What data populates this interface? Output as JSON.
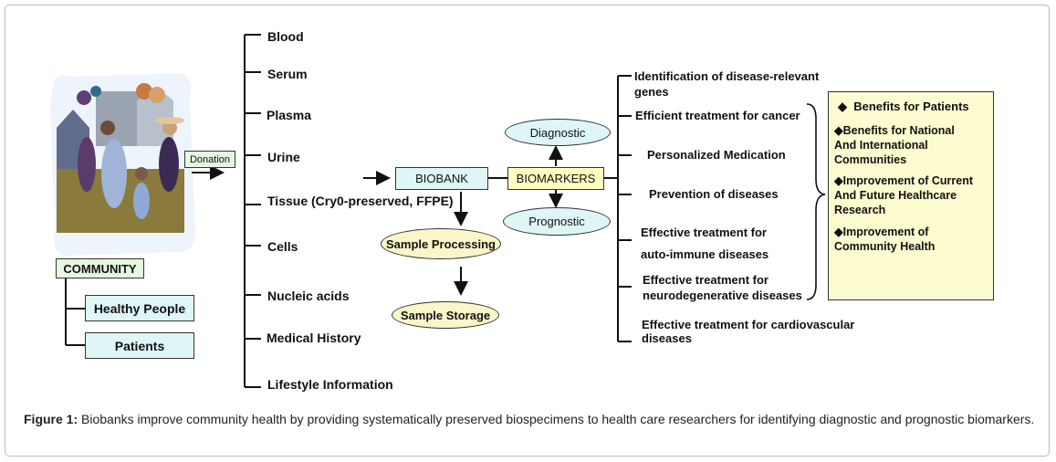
{
  "community": {
    "donation_label": "Donation",
    "community_label": "COMMUNITY",
    "groups": [
      "Healthy People",
      "Patients"
    ]
  },
  "specimens": [
    "Blood",
    "Serum",
    "Plasma",
    "Urine",
    "Tissue (Cry0-preserved, FFPE)",
    "Cells",
    "Nucleic acids",
    "Medical History",
    "Lifestyle Information"
  ],
  "biobank": {
    "label": "BIOBANK",
    "processing": "Sample Processing",
    "storage": "Sample Storage"
  },
  "biomarkers": {
    "label": "BIOMARKERS",
    "diagnostic": "Diagnostic",
    "prognostic": "Prognostic"
  },
  "outcomes": [
    "Identification of disease-relevant",
    "genes",
    "Efficient treatment for cancer",
    "Personalized Medication",
    "Prevention of diseases",
    "Effective treatment for",
    "auto-immune diseases",
    "Effective treatment for",
    "neurodegenerative diseases",
    "Effective treatment for cardiovascular",
    "diseases"
  ],
  "benefits": {
    "items": [
      "Benefits for Patients",
      "Benefits for National",
      "And International",
      "Communities",
      "Improvement of Current",
      "And Future Healthcare",
      "Research",
      "Improvement of",
      "Community Health"
    ],
    "bullet": "◆"
  },
  "caption": {
    "label": "Figure 1:",
    "text": "Biobanks improve community health by providing systematically preserved biospecimens to health care researchers for identifying diagnostic and prognostic biomarkers."
  },
  "colors": {
    "cyan_box": "#dff6f7",
    "green_box": "#e6f7e0",
    "yellow_box": "#ffffc2",
    "benefits_bg": "#fcfcd0",
    "ellipse_cream": "#fbf6c8"
  }
}
